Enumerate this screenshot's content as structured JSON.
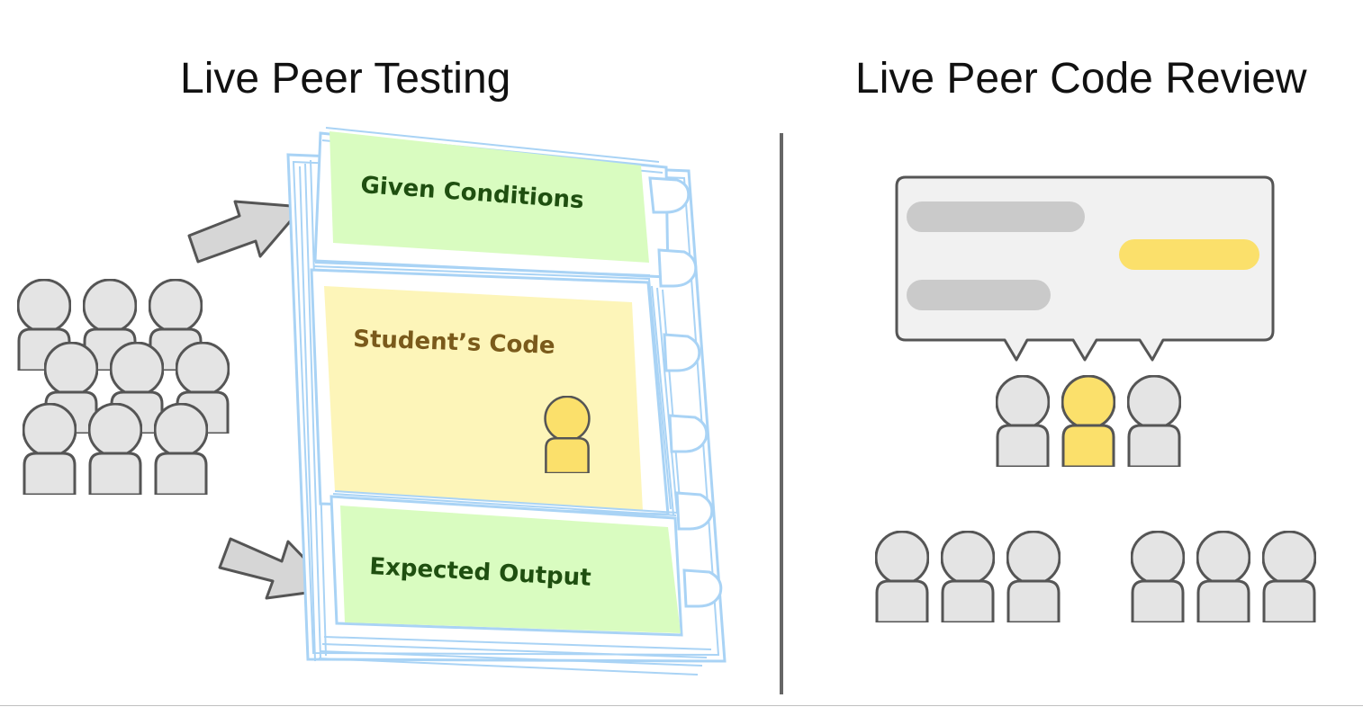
{
  "left_panel": {
    "title": "Live Peer Testing",
    "binder_sections": {
      "given": "Given Conditions",
      "code": "Student’s Code",
      "expected": "Expected Output"
    }
  },
  "right_panel": {
    "title": "Live Peer Code Review"
  },
  "icons": {
    "person_gray": "person-icon",
    "person_highlight": "person-icon-highlighted",
    "arrow": "arrow-icon",
    "binder": "binder-icon",
    "speech": "speech-bubble-icon"
  },
  "colors": {
    "binder_outline": "#a9d3f5",
    "green_page": "#d9fcc0",
    "yellow_page": "#fdf5b9",
    "highlight": "#fbe06b",
    "person_gray": "#e4e4e4",
    "person_outline": "#555555",
    "bubble_bg": "#f1f1f1",
    "bar_gray": "#cacaca",
    "green_text": "#1f4f10",
    "brown_text": "#7a5a1b"
  }
}
